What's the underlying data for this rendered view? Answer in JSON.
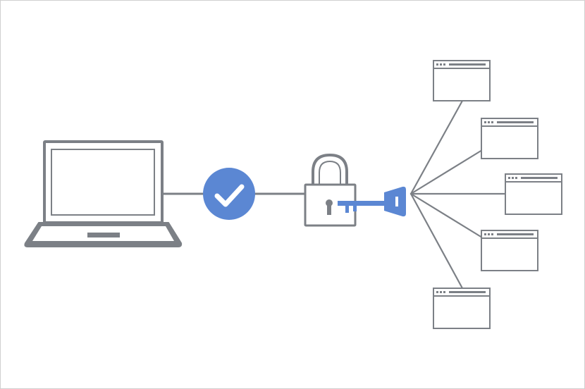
{
  "diagram": {
    "colors": {
      "line": "#7c8086",
      "accent": "#5b87d3",
      "background": "#ffffff",
      "frame": "#cfcfcf"
    },
    "nodes": [
      {
        "id": "laptop",
        "icon": "laptop-icon"
      },
      {
        "id": "verified",
        "icon": "checkmark-circle-icon"
      },
      {
        "id": "lock",
        "icon": "padlock-icon"
      },
      {
        "id": "key",
        "icon": "key-icon"
      },
      {
        "id": "browser-windows",
        "icon": "browser-window-icon",
        "count": 5
      }
    ],
    "edges": [
      {
        "from": "laptop",
        "to": "verified"
      },
      {
        "from": "verified",
        "to": "lock"
      },
      {
        "from": "key",
        "to": "browser-windows"
      }
    ]
  }
}
